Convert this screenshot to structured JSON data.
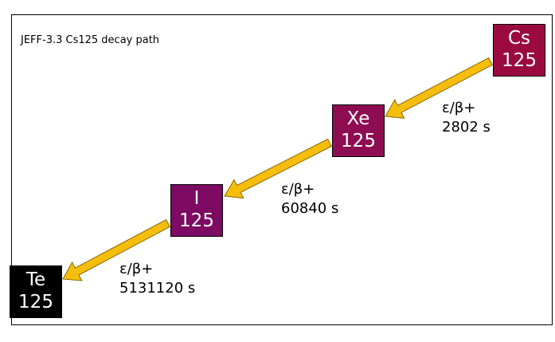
{
  "title": "JEFF-3.3 Cs125 decay path",
  "colors": {
    "parent_box": "#9b0a3f",
    "intermediate_box": "#8e0d52",
    "iodine_box": "#7d0a63",
    "stable_box": "#000000",
    "arrow_fill": "#f5be0c",
    "arrow_stroke": "#8a6a00"
  },
  "nuclides": [
    {
      "symbol": "Cs",
      "mass": "125"
    },
    {
      "symbol": "Xe",
      "mass": "125"
    },
    {
      "symbol": "I",
      "mass": "125"
    },
    {
      "symbol": "Te",
      "mass": "125"
    }
  ],
  "decays": [
    {
      "mode": "ε/β+",
      "half_life": "2802 s"
    },
    {
      "mode": "ε/β+",
      "half_life": "60840 s"
    },
    {
      "mode": "ε/β+",
      "half_life": "5131120 s"
    }
  ]
}
